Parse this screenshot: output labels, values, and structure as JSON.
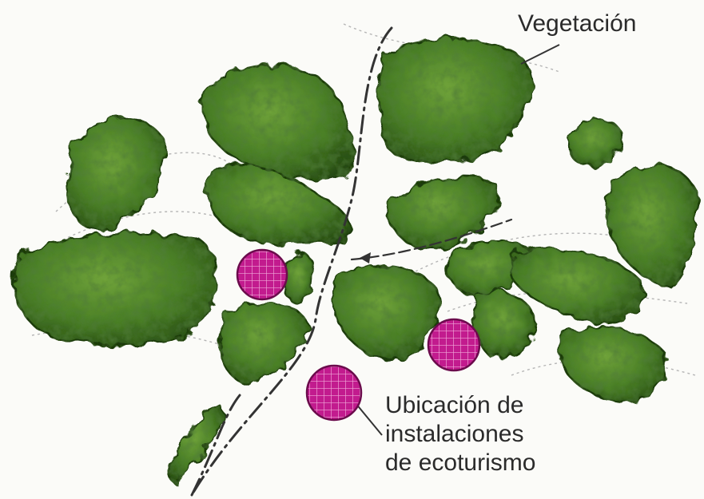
{
  "labels": {
    "vegetation": "Vegetación",
    "facilities_lines": [
      "Ubicación de",
      "instalaciones",
      "de ecoturismo"
    ]
  },
  "colors": {
    "vegetation_light": "#5d8f2e",
    "vegetation_mid": "#3f6e22",
    "vegetation_dark": "#1f3d12",
    "facility_fill": "#c21b8e",
    "facility_grid": "#f0a6d8",
    "path": "#333333",
    "contour": "#a8a8a8"
  },
  "icons": {
    "facility": "hatched-circle",
    "vegetation": "tree-canopy-cluster"
  }
}
